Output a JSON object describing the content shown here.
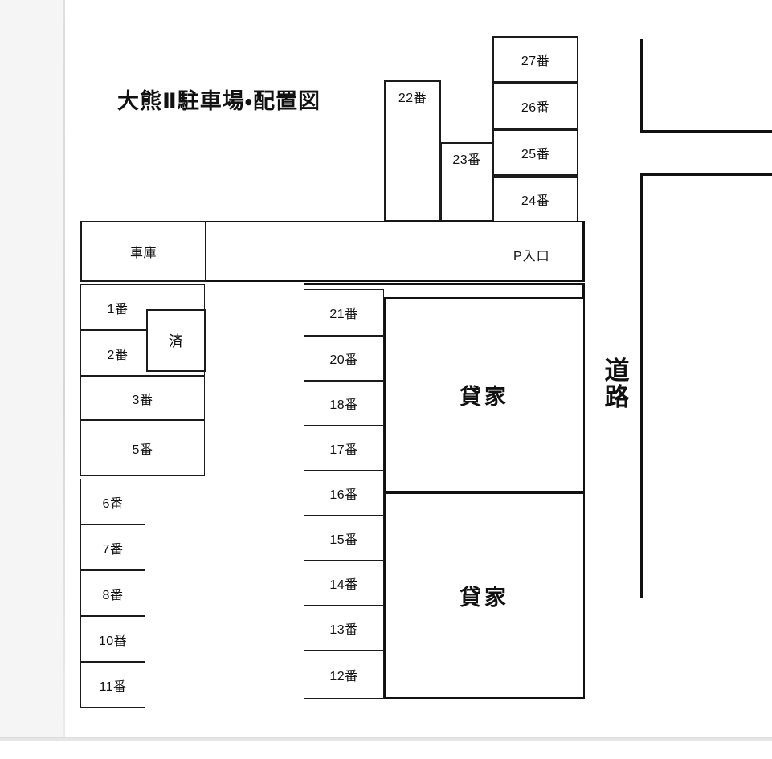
{
  "title": "大熊Ⅱ駐車場・配置図",
  "labels": {
    "garage": "車庫",
    "parking_entrance": "P入口",
    "road": "道路",
    "road_char_1": "道",
    "road_char_2": "路",
    "reserved_mark": "済",
    "rental_house": "貸家"
  },
  "colors": {
    "ink": "#111111",
    "paper": "#ffffff",
    "gutter": "#f5f5f5"
  },
  "spaces": {
    "top_right_column": [
      {
        "label": "27番"
      },
      {
        "label": "26番"
      },
      {
        "label": "25番"
      },
      {
        "label": "24番"
      }
    ],
    "top_middle": [
      {
        "label": "22番"
      },
      {
        "label": "23番"
      }
    ],
    "left_column_upper": [
      {
        "label": "1番"
      },
      {
        "label": "2番"
      },
      {
        "label": "3番"
      },
      {
        "label": "5番"
      }
    ],
    "left_column_lower": [
      {
        "label": "6番"
      },
      {
        "label": "7番"
      },
      {
        "label": "8番"
      },
      {
        "label": "10番"
      },
      {
        "label": "11番"
      }
    ],
    "center_column": [
      {
        "label": "21番"
      },
      {
        "label": "20番"
      },
      {
        "label": "18番"
      },
      {
        "label": "17番"
      },
      {
        "label": "16番"
      },
      {
        "label": "15番"
      },
      {
        "label": "14番"
      },
      {
        "label": "13番"
      },
      {
        "label": "12番"
      }
    ]
  },
  "buildings": [
    {
      "label": "貸家"
    },
    {
      "label": "貸家"
    }
  ]
}
